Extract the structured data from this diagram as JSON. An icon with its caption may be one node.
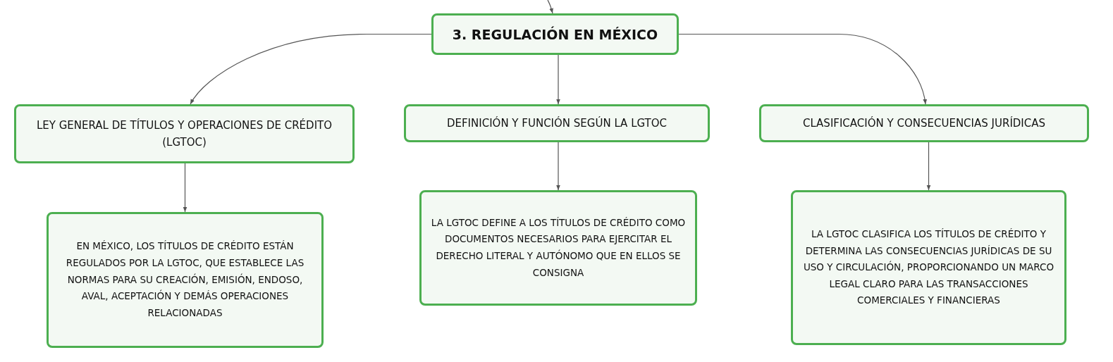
{
  "diagram": {
    "nodes": [
      {
        "text": [
          "3. REGULACIÓN EN MÉXICO"
        ]
      },
      {
        "text": [
          "LEY GENERAL DE TÍTULOS Y OPERACIONES DE CRÉDITO (LGTOC)"
        ]
      },
      {
        "text": [
          "DEFINICIÓN Y FUNCIÓN SEGÚN LA LGTOC"
        ]
      },
      {
        "text": [
          "CLASIFICACIÓN Y CONSECUENCIAS JURÍDICAS"
        ]
      },
      {
        "text": [
          "EN MÉXICO, LOS TÍTULOS DE CRÉDITO ESTÁN REGULADOS POR LA LGTOC, QUE ESTABLECE LAS NORMAS PARA SU CREACIÓN, EMISIÓN, ENDOSO, AVAL, ACEPTACIÓN Y DEMÁS OPERACIONES RELACIONADAS"
        ]
      },
      {
        "text": [
          "LA LGTOC DEFINE A LOS TÍTULOS DE CRÉDITO COMO DOCUMENTOS NECESARIOS PARA EJERCITAR EL DERECHO LITERAL Y AUTÓNOMO QUE EN ELLOS SE CONSIGNA"
        ]
      },
      {
        "text": [
          "LA LGTOC CLASIFICA LOS TÍTULOS DE CRÉDITO Y DETERMINA LAS CONSECUENCIAS JURÍDICAS DE SU USO Y CIRCULACIÓN, PROPORCIONANDO UN MARCO LEGAL CLARO PARA LAS TRANSACCIONES COMERCIALES Y FINANCIERAS"
        ]
      }
    ],
    "edges": [
      {
        "from": null,
        "to": 0,
        "arrow": "to"
      },
      {
        "from": 0,
        "to": 1,
        "arrow": "to"
      },
      {
        "from": 0,
        "to": 2,
        "arrow": "to"
      },
      {
        "from": 0,
        "to": 3,
        "arrow": "to"
      },
      {
        "from": 1,
        "to": 4,
        "arrow": "to"
      },
      {
        "from": 2,
        "to": 5,
        "arrow": "to"
      },
      {
        "from": 3,
        "to": 6,
        "arrow": "to"
      }
    ]
  }
}
